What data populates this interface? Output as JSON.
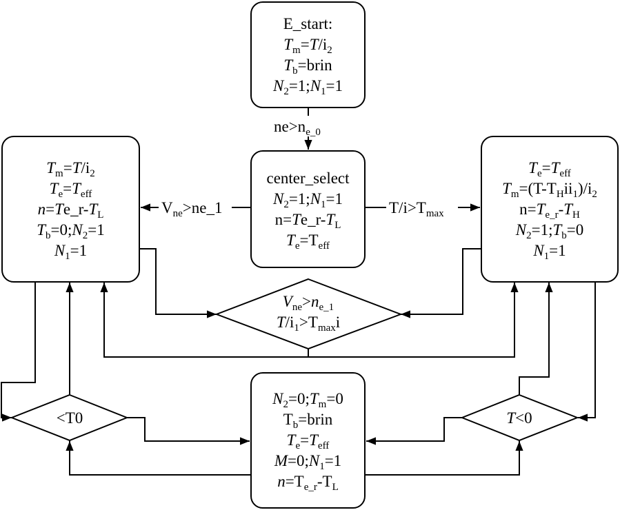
{
  "diagram": {
    "type": "flowchart",
    "nodes": {
      "start": {
        "shape": "rounded-rect",
        "lines": [
          [
            {
              "t": "E_start:"
            }
          ],
          [
            {
              "t": "T",
              "i": true
            },
            {
              "t": "m",
              "sub": true
            },
            {
              "t": "="
            },
            {
              "t": "T",
              "i": true
            },
            {
              "t": "/i"
            },
            {
              "t": "2",
              "sub": true
            }
          ],
          [
            {
              "t": "T",
              "i": true
            },
            {
              "t": "b",
              "sub": true
            },
            {
              "t": "=brin"
            }
          ],
          [
            {
              "t": "N",
              "i": true
            },
            {
              "t": "2",
              "sub": true
            },
            {
              "t": "=1;"
            },
            {
              "t": "N",
              "i": true
            },
            {
              "t": "1",
              "sub": true
            },
            {
              "t": "=1"
            }
          ]
        ]
      },
      "center_select": {
        "shape": "rounded-rect",
        "lines": [
          [
            {
              "t": "center_select"
            }
          ],
          [
            {
              "t": "N",
              "i": true
            },
            {
              "t": "2",
              "sub": true
            },
            {
              "t": "=1;"
            },
            {
              "t": "N",
              "i": true
            },
            {
              "t": "1",
              "sub": true
            },
            {
              "t": "=1"
            }
          ],
          [
            {
              "t": "n="
            },
            {
              "t": "T",
              "i": true
            },
            {
              "t": "e_r-"
            },
            {
              "t": "T",
              "i": true
            },
            {
              "t": "L",
              "sub": true
            }
          ],
          [
            {
              "t": "T",
              "i": true
            },
            {
              "t": "e",
              "sub": true
            },
            {
              "t": "=T"
            },
            {
              "t": "eff",
              "sub": true
            }
          ]
        ]
      },
      "left_mode": {
        "shape": "rounded-rect",
        "lines": [
          [
            {
              "t": "T",
              "i": true
            },
            {
              "t": "m",
              "sub": true
            },
            {
              "t": "="
            },
            {
              "t": "T",
              "i": true
            },
            {
              "t": "/i"
            },
            {
              "t": "2",
              "sub": true
            }
          ],
          [
            {
              "t": "T",
              "i": true
            },
            {
              "t": "e",
              "sub": true
            },
            {
              "t": "="
            },
            {
              "t": "T",
              "i": true
            },
            {
              "t": "eff",
              "sub": true
            }
          ],
          [
            {
              "t": "n",
              "i": true
            },
            {
              "t": "="
            },
            {
              "t": "T",
              "i": true
            },
            {
              "t": "e_r-"
            },
            {
              "t": "T",
              "i": true
            },
            {
              "t": "L",
              "sub": true
            }
          ],
          [
            {
              "t": "T",
              "i": true
            },
            {
              "t": "b",
              "sub": true
            },
            {
              "t": "=0;"
            },
            {
              "t": "N",
              "i": true
            },
            {
              "t": "2",
              "sub": true
            },
            {
              "t": "=1"
            }
          ],
          [
            {
              "t": "N",
              "i": true
            },
            {
              "t": "1",
              "sub": true
            },
            {
              "t": "=1"
            }
          ]
        ]
      },
      "right_mode": {
        "shape": "rounded-rect",
        "lines": [
          [
            {
              "t": "T",
              "i": true
            },
            {
              "t": "e",
              "sub": true
            },
            {
              "t": "="
            },
            {
              "t": "T",
              "i": true
            },
            {
              "t": "eff",
              "sub": true
            }
          ],
          [
            {
              "t": "T",
              "i": true
            },
            {
              "t": "m",
              "sub": true
            },
            {
              "t": "=(T-T"
            },
            {
              "t": "H",
              "sub": true
            },
            {
              "t": "ii"
            },
            {
              "t": "1",
              "sub": true
            },
            {
              "t": ")/i"
            },
            {
              "t": "2",
              "sub": true
            }
          ],
          [
            {
              "t": "n="
            },
            {
              "t": "T",
              "i": true
            },
            {
              "t": "e_r",
              "sub": true
            },
            {
              "t": "-"
            },
            {
              "t": "T",
              "i": true
            },
            {
              "t": "H",
              "sub": true
            }
          ],
          [
            {
              "t": "N",
              "i": true
            },
            {
              "t": "2",
              "sub": true
            },
            {
              "t": "=1;"
            },
            {
              "t": "T",
              "i": true
            },
            {
              "t": "b",
              "sub": true
            },
            {
              "t": "=0"
            }
          ],
          [
            {
              "t": "N",
              "i": true
            },
            {
              "t": "1",
              "sub": true
            },
            {
              "t": "=1"
            }
          ]
        ]
      },
      "bottom_mode": {
        "shape": "rounded-rect",
        "lines": [
          [
            {
              "t": "N",
              "i": true
            },
            {
              "t": "2",
              "sub": true
            },
            {
              "t": "=0;"
            },
            {
              "t": "T",
              "i": true
            },
            {
              "t": "m",
              "sub": true
            },
            {
              "t": "=0"
            }
          ],
          [
            {
              "t": "T"
            },
            {
              "t": "b",
              "sub": true
            },
            {
              "t": "=brin"
            }
          ],
          [
            {
              "t": "T",
              "i": true
            },
            {
              "t": "e",
              "sub": true
            },
            {
              "t": "="
            },
            {
              "t": "T",
              "i": true
            },
            {
              "t": "eff",
              "sub": true
            }
          ],
          [
            {
              "t": "M",
              "i": true
            },
            {
              "t": "=0;"
            },
            {
              "t": "N",
              "i": true
            },
            {
              "t": "1",
              "sub": true
            },
            {
              "t": "=1"
            }
          ],
          [
            {
              "t": "n",
              "i": true
            },
            {
              "t": "=T"
            },
            {
              "t": "e_r",
              "sub": true
            },
            {
              "t": "-T"
            },
            {
              "t": "L",
              "sub": true
            }
          ]
        ]
      },
      "decision_middle": {
        "shape": "diamond",
        "lines": [
          [
            {
              "t": "V",
              "i": true
            },
            {
              "t": "ne",
              "sub": true
            },
            {
              "t": ">"
            },
            {
              "t": "n",
              "i": true
            },
            {
              "t": "e_1",
              "sub": true
            }
          ],
          [
            {
              "t": "T",
              "i": true
            },
            {
              "t": "/i"
            },
            {
              "t": "1",
              "sub": true
            },
            {
              "t": ">T"
            },
            {
              "t": "max",
              "sub": true
            },
            {
              "t": "i"
            }
          ]
        ]
      },
      "decision_left": {
        "shape": "diamond",
        "lines": [
          [
            {
              "t": "<T0"
            }
          ]
        ]
      },
      "decision_right": {
        "shape": "diamond",
        "lines": [
          [
            {
              "t": "T",
              "i": true
            },
            {
              "t": "<0"
            }
          ]
        ]
      }
    },
    "edge_labels": {
      "start_to_center": [
        {
          "t": "ne>n"
        },
        {
          "t": "e_0",
          "sub": true
        }
      ],
      "center_to_left": [
        {
          "t": "V"
        },
        {
          "t": "ne",
          "sub": true
        },
        {
          "t": ">ne_1"
        }
      ],
      "center_to_right": [
        {
          "t": "T/i>T"
        },
        {
          "t": "max",
          "sub": true
        }
      ]
    },
    "colors": {
      "stroke": "#000000",
      "background": "#ffffff"
    }
  }
}
